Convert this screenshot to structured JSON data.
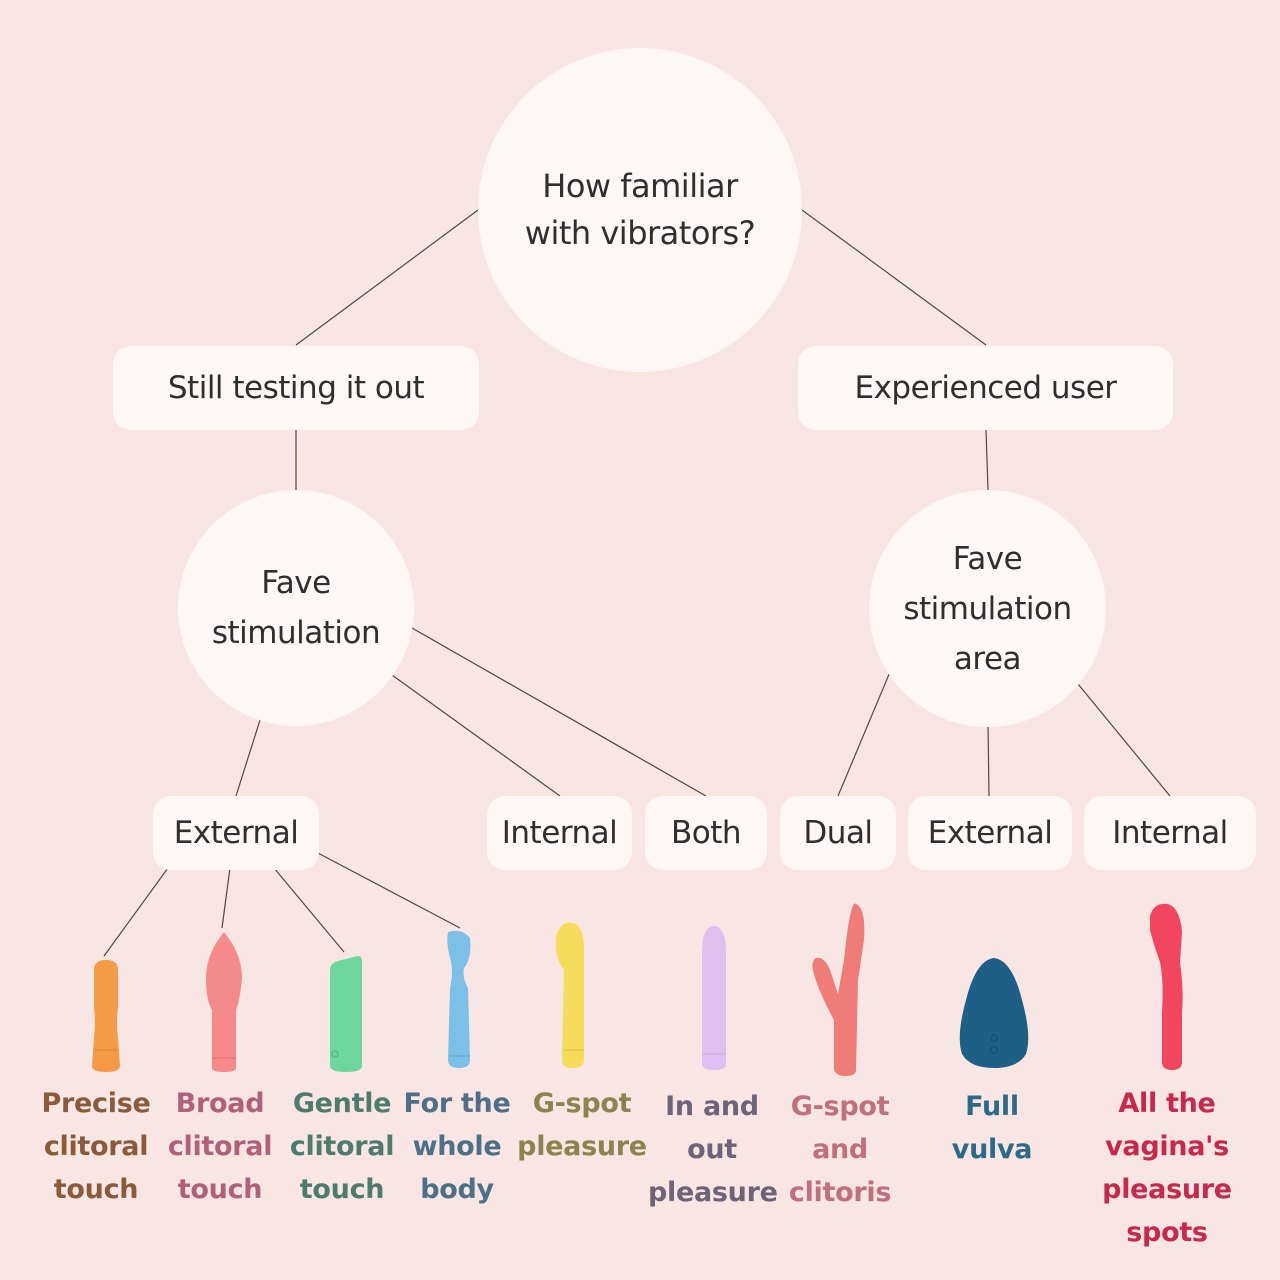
{
  "diagram": {
    "root_question": "How familiar\nwith vibrators?",
    "branches": [
      {
        "label": "Still testing it out",
        "question": "Fave\nstimulation",
        "options": [
          "External",
          "Internal",
          "Both"
        ]
      },
      {
        "label": "Experienced user",
        "question": "Fave\nstimulation\narea",
        "options": [
          "Dual",
          "External",
          "Internal"
        ]
      }
    ],
    "products": [
      {
        "label": "Precise\nclitoral\ntouch",
        "color": "#f59a45",
        "text_color": "#8a5a3a",
        "shape": "bullet-vibrator"
      },
      {
        "label": "Broad\nclitoral\ntouch",
        "color": "#f48a8a",
        "text_color": "#b0607a",
        "shape": "petal-vibrator"
      },
      {
        "label": "Gentle\nclitoral\ntouch",
        "color": "#6fd6a0",
        "text_color": "#4f7a6e",
        "shape": "slanted-vibrator"
      },
      {
        "label": "For the\nwhole\nbody",
        "color": "#7cc0e8",
        "text_color": "#4f6f86",
        "shape": "flex-tip-vibrator"
      },
      {
        "label": "G-spot\npleasure",
        "color": "#f6dc5a",
        "text_color": "#8a8450",
        "shape": "gspot-vibrator"
      },
      {
        "label": "In and\nout\npleasure",
        "color": "#ddbff0",
        "text_color": "#6e6478",
        "shape": "classic-vibrator"
      },
      {
        "label": "G-spot\nand\nclitoris",
        "color": "#f07c78",
        "text_color": "#c0707c",
        "shape": "rabbit-vibrator"
      },
      {
        "label": "Full\nvulva",
        "color": "#1e5f86",
        "text_color": "#2d6a86",
        "shape": "egg-vibrator"
      },
      {
        "label": "All the\nvagina's\npleasure\nspots",
        "color": "#f2465e",
        "text_color": "#c8284a",
        "shape": "curved-vibrator"
      }
    ]
  }
}
